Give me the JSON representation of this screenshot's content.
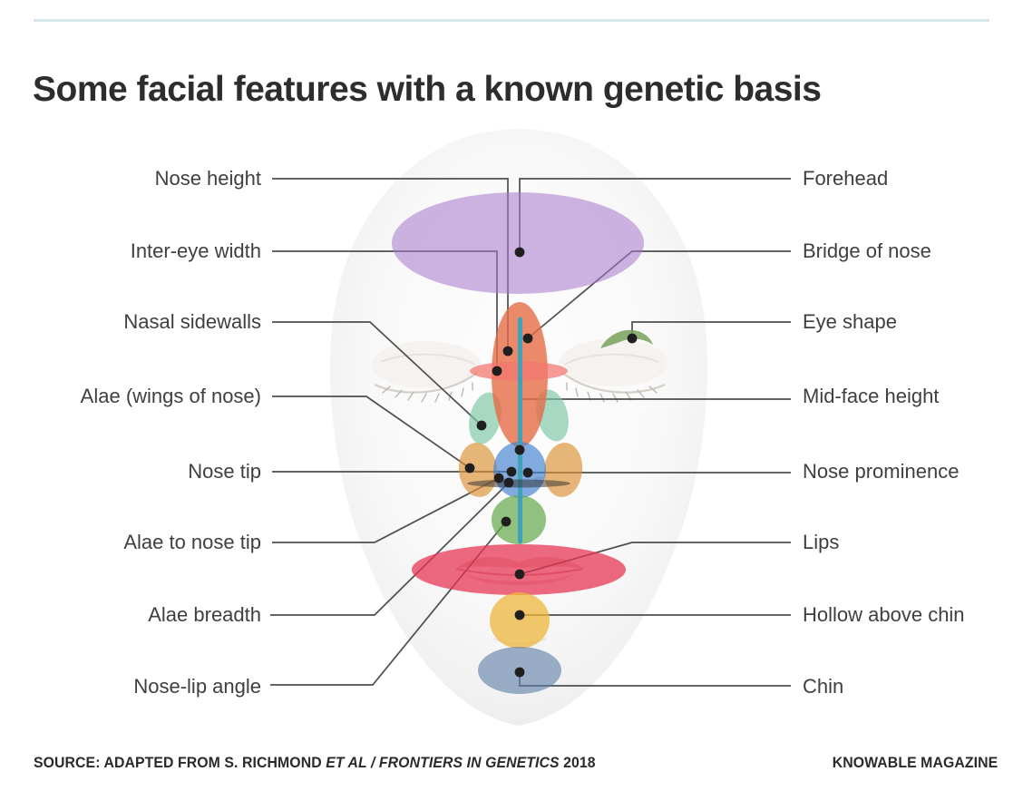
{
  "title": "Some facial features with a known genetic basis",
  "labels": {
    "left": [
      {
        "text": "Nose height"
      },
      {
        "text": "Inter-eye width"
      },
      {
        "text": "Nasal sidewalls"
      },
      {
        "text": "Alae (wings of nose)"
      },
      {
        "text": "Nose tip"
      },
      {
        "text": "Alae to nose tip"
      },
      {
        "text": "Alae breadth"
      },
      {
        "text": "Nose-lip angle"
      }
    ],
    "right": [
      {
        "text": "Forehead"
      },
      {
        "text": "Bridge of nose"
      },
      {
        "text": "Eye shape"
      },
      {
        "text": "Mid-face height"
      },
      {
        "text": "Nose prominence"
      },
      {
        "text": "Lips"
      },
      {
        "text": "Hollow above chin"
      },
      {
        "text": "Chin"
      }
    ]
  },
  "regions": [
    {
      "name": "forehead",
      "color": "rgba(168,122,205,0.56)"
    },
    {
      "name": "nose-height",
      "color": "rgba(230,108,70,0.80)"
    },
    {
      "name": "inter-eye-width",
      "color": "rgba(243,118,110,0.73)"
    },
    {
      "name": "nasal-sidewall-left",
      "color": "rgba(126,198,166,0.67)"
    },
    {
      "name": "nasal-sidewall-right",
      "color": "rgba(126,198,166,0.67)"
    },
    {
      "name": "ala-left",
      "color": "rgba(219,144,52,0.66)"
    },
    {
      "name": "ala-right",
      "color": "rgba(219,144,52,0.66)"
    },
    {
      "name": "nose-prominence",
      "color": "rgba(66,128,208,0.66)"
    },
    {
      "name": "alae-breadth-band",
      "color": "rgba(45,45,45,0.50)"
    },
    {
      "name": "nose-lip-angle",
      "color": "rgba(98,168,74,0.70)"
    },
    {
      "name": "mid-face-height-line",
      "color": "#3fa2b9"
    },
    {
      "name": "lips",
      "color": "rgba(231,52,84,0.74)"
    },
    {
      "name": "hollow-above-chin",
      "color": "rgba(238,183,62,0.76)"
    },
    {
      "name": "chin",
      "color": "rgba(96,128,168,0.62)"
    },
    {
      "name": "eye-shape",
      "color": "rgba(116,158,84,0.82)"
    }
  ],
  "source": {
    "prefix": "SOURCE: ADAPTED FROM S. RICHMOND ",
    "italic": "ET AL / FRONTIERS IN GENETICS",
    "suffix": " 2018",
    "credit": "KNOWABLE MAGAZINE"
  },
  "colors": {
    "top_rule": "#d6e9ea",
    "leader_line": "#4e4e4e",
    "marker_dot": "#1f1f1f",
    "title_text": "#2d2d2d",
    "label_text": "#3f3f3f"
  }
}
